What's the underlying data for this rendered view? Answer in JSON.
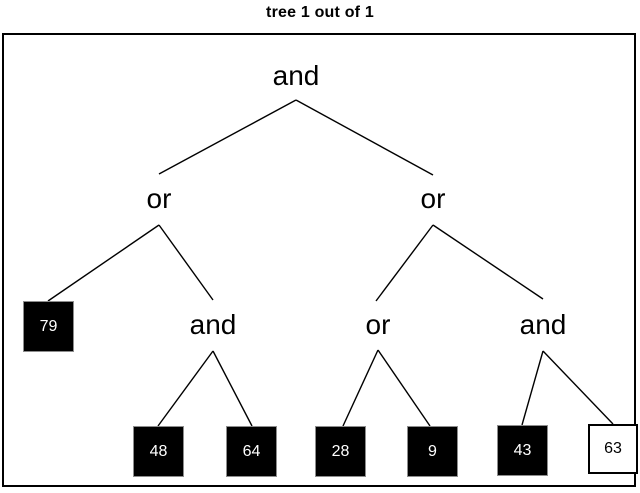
{
  "title": "tree 1 out of 1",
  "plot": {
    "operators": {
      "root": "and",
      "left": "or",
      "right": "or",
      "left_inner": "and",
      "right_inner_left": "or",
      "right_inner_right": "and"
    },
    "leaves": [
      {
        "value": "79",
        "filled": true
      },
      {
        "value": "48",
        "filled": true
      },
      {
        "value": "64",
        "filled": true
      },
      {
        "value": "28",
        "filled": true
      },
      {
        "value": "9",
        "filled": true
      },
      {
        "value": "43",
        "filled": true
      },
      {
        "value": "63",
        "filled": false
      }
    ],
    "structure": {
      "label": "and",
      "children": [
        {
          "label": "or",
          "children": [
            {
              "leaf": "79",
              "filled": true
            },
            {
              "label": "and",
              "children": [
                {
                  "leaf": "48",
                  "filled": true
                },
                {
                  "leaf": "64",
                  "filled": true
                }
              ]
            }
          ]
        },
        {
          "label": "or",
          "children": [
            {
              "label": "or",
              "children": [
                {
                  "leaf": "28",
                  "filled": true
                },
                {
                  "leaf": "9",
                  "filled": true
                }
              ]
            },
            {
              "label": "and",
              "children": [
                {
                  "leaf": "43",
                  "filled": true
                },
                {
                  "leaf": "63",
                  "filled": false
                }
              ]
            }
          ]
        }
      ]
    }
  },
  "edges": [
    [
      296,
      100,
      159,
      174
    ],
    [
      296,
      100,
      433,
      175
    ],
    [
      159,
      225,
      48,
      301
    ],
    [
      159,
      225,
      213,
      300
    ],
    [
      433,
      225,
      376,
      301
    ],
    [
      433,
      225,
      543,
      299
    ],
    [
      213,
      351,
      158,
      426
    ],
    [
      213,
      351,
      252,
      426
    ],
    [
      378,
      350,
      343,
      426
    ],
    [
      378,
      350,
      430,
      426
    ],
    [
      543,
      351,
      522,
      425
    ],
    [
      543,
      351,
      613,
      424
    ]
  ],
  "colors": {
    "line": "#000000",
    "frame": "#000000",
    "text": "#000000",
    "leaf_fill": "#000000",
    "leaf_text": "#ffffff",
    "open_leaf_fill": "#ffffff",
    "open_leaf_text": "#000000",
    "background": "#ffffff"
  }
}
